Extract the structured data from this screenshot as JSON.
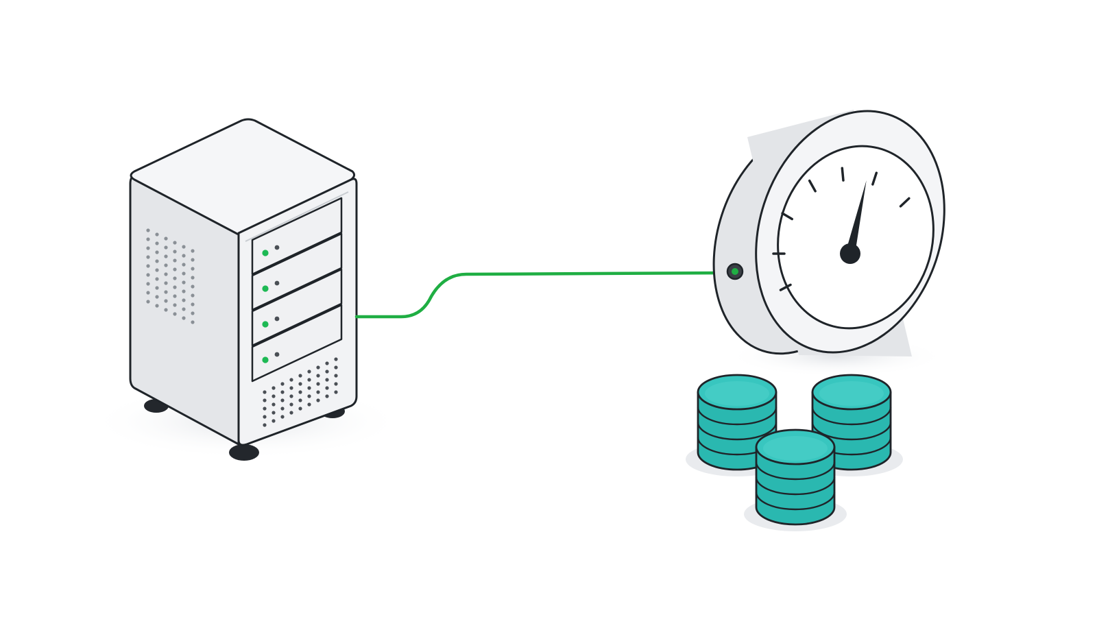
{
  "illustration": {
    "server": {
      "icon": "server-tower-icon",
      "drive_bays": [
        {
          "status_led": "on",
          "activity_led": "idle"
        },
        {
          "status_led": "on",
          "activity_led": "idle"
        },
        {
          "status_led": "on",
          "activity_led": "idle"
        },
        {
          "status_led": "on",
          "activity_led": "idle"
        }
      ]
    },
    "connection": {
      "icon": "network-cable-icon",
      "status": "connected"
    },
    "gauge": {
      "icon": "speedometer-icon",
      "major_ticks": 7,
      "needle_level": 0.78
    },
    "storage": {
      "icon": "database-stack-icon",
      "stack_count": 3,
      "disks_per_stack": 4
    }
  },
  "colors": {
    "background": "#ffffff",
    "outline": "#1f2429",
    "body_light": "#f4f5f7",
    "body_side": "#e6e8eb",
    "body_shade": "#d9dce0",
    "led_green": "#1db954",
    "led_dark": "#4a4f55",
    "cable": "#1fae43",
    "teal": "#2ab8b0",
    "teal_top": "#38c6bf",
    "teal_dark": "#1d9a94",
    "shadow": "#e9ebee"
  }
}
